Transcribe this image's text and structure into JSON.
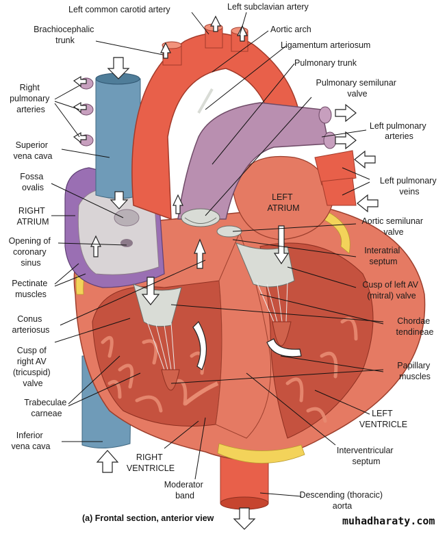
{
  "labels": {
    "left_common_carotid_artery": "Left common carotid artery",
    "left_subclavian_artery": "Left subclavian artery",
    "brachiocephalic_trunk": [
      "Brachiocephalic",
      "trunk"
    ],
    "aortic_arch": "Aortic arch",
    "ligamentum_arteriosum": "Ligamentum arteriosum",
    "pulmonary_trunk": "Pulmonary trunk",
    "pulmonary_semilunar_valve": [
      "Pulmonary semilunar",
      "valve"
    ],
    "right_pulmonary_arteries": [
      "Right",
      "pulmonary",
      "arteries"
    ],
    "left_pulmonary_arteries": [
      "Left pulmonary",
      "arteries"
    ],
    "superior_vena_cava": [
      "Superior",
      "vena cava"
    ],
    "left_pulmonary_veins": [
      "Left pulmonary",
      "veins"
    ],
    "fossa_ovalis": [
      "Fossa",
      "ovalis"
    ],
    "left_atrium": [
      "LEFT",
      "ATRIUM"
    ],
    "right_atrium": [
      "RIGHT",
      "ATRIUM"
    ],
    "aortic_semilunar_valve": [
      "Aortic semilunar",
      "valve"
    ],
    "opening_of_coronary_sinus": [
      "Opening of",
      "coronary",
      "sinus"
    ],
    "interatrial_septum": [
      "Interatrial",
      "septum"
    ],
    "pectinate_muscles": [
      "Pectinate",
      "muscles"
    ],
    "cusp_of_left_av_valve": [
      "Cusp of left AV",
      "(mitral) valve"
    ],
    "conus_arteriosus": [
      "Conus",
      "arteriosus"
    ],
    "chordae_tendineae": [
      "Chordae",
      "tendineae"
    ],
    "cusp_of_right_av_valve": [
      "Cusp of",
      "right AV",
      "(tricuspid)",
      "valve"
    ],
    "papillary_muscles": [
      "Papillary",
      "muscles"
    ],
    "trabeculae_carneae": [
      "Trabeculae",
      "carneae"
    ],
    "left_ventricle": [
      "LEFT",
      "VENTRICLE"
    ],
    "inferior_vena_cava": [
      "Inferior",
      "vena cava"
    ],
    "interventricular_septum": [
      "Interventricular",
      "septum"
    ],
    "right_ventricle": [
      "RIGHT",
      "VENTRICLE"
    ],
    "moderator_band": [
      "Moderator",
      "band"
    ],
    "descending_thoracic_aorta": [
      "Descending (thoracic)",
      "aorta"
    ]
  },
  "caption": "(a) Frontal section, anterior view",
  "watermark": "muhadharaty.com",
  "colors": {
    "aorta": "#e8604a",
    "aorta_light": "#f2937c",
    "pulmonary_trunk": "#b98fb0",
    "vena_cava": "#6f9bb8",
    "myocardium": "#e57a63",
    "myocardium_dark": "#c5523f",
    "fat": "#f3d35a",
    "right_atrium_wall": "#9a6fb3",
    "valve": "#d9dcd6",
    "chamber_inner": "#d9d4d6"
  }
}
